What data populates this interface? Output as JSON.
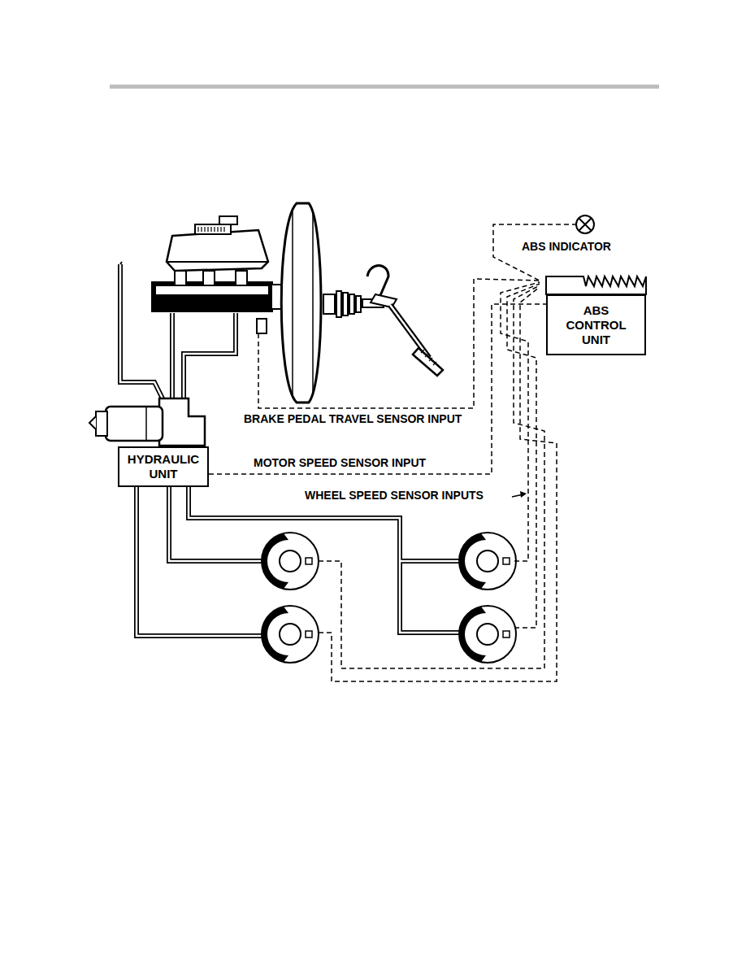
{
  "diagram": {
    "nodes": [
      {
        "text": [
          "ABS CONTROL UNIT"
        ]
      },
      {
        "text": [
          "HYDRAULIC UNIT"
        ]
      }
    ],
    "edges": [
      {
        "from": 1,
        "to": 0,
        "arrow": "none",
        "label": "MOTOR SPEED SENSOR INPUT"
      }
    ],
    "labels": [
      "ABS INDICATOR",
      "BRAKE PEDAL TRAVEL SENSOR INPUT",
      "WHEEL SPEED SENSOR INPUTS"
    ]
  }
}
